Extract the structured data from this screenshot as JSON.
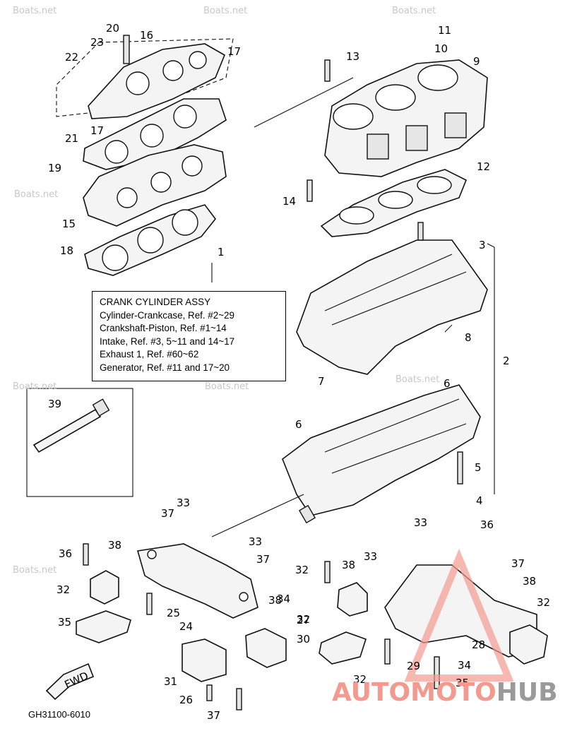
{
  "watermarks": [
    "Boats.net",
    "Boats.net",
    "Boats.net",
    "Boats.net",
    "Boats.net",
    "Boats.net",
    "Boats.net",
    "Boats.net"
  ],
  "info_box": {
    "title": "CRANK CYLINDER ASSY",
    "lines": [
      "Cylinder-Crankcase, Ref. #2~29",
      "Crankshaft-Piston, Ref. #1~14",
      "Intake, Ref. #3, 5~11 and 14~17",
      "Exhaust 1, Ref. #60~62",
      "Generator, Ref. #11 and 17~20"
    ]
  },
  "callouts": [
    "20",
    "16",
    "23",
    "22",
    "17",
    "17",
    "21",
    "19",
    "15",
    "18",
    "1",
    "11",
    "10",
    "13",
    "9",
    "12",
    "14",
    "3",
    "8",
    "2",
    "7",
    "6",
    "6",
    "5",
    "4",
    "39",
    "33",
    "37",
    "36",
    "38",
    "32",
    "33",
    "37",
    "25",
    "24",
    "35",
    "34",
    "32",
    "38",
    "30",
    "31",
    "26",
    "37",
    "33",
    "36",
    "32",
    "38",
    "33",
    "37",
    "38",
    "32",
    "27",
    "34",
    "28",
    "29",
    "35",
    "32"
  ],
  "fwd_label": "FWD",
  "diagram_code": "GH31100-6010",
  "logo": {
    "part1": "AUTOMOTO",
    "part2": "HUB"
  },
  "colors": {
    "logo_accent": "#f29a8e",
    "logo_gray": "#9a9a9a",
    "watermark": "#c8c8c8"
  }
}
